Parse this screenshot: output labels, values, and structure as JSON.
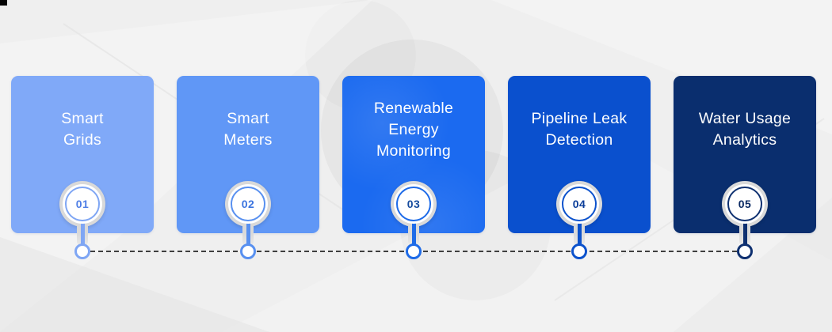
{
  "background": {
    "color": "#EFEFEF",
    "corner_square_color": "#050505"
  },
  "timeline": {
    "dash_color": "#3F3F3F"
  },
  "card_text_color": "#FFFFFF",
  "items": [
    {
      "number": "01",
      "title": "Smart\nGrids",
      "card_color": "#80A9F8",
      "ring_color": "#7FA6F4",
      "number_color": "#4E7EE6"
    },
    {
      "number": "02",
      "title": "Smart\nMeters",
      "card_color": "#6097F6",
      "ring_color": "#5890F0",
      "number_color": "#3B74DF"
    },
    {
      "number": "03",
      "title": "Renewable\nEnergy\nMonitoring",
      "card_color": "#1B6AF0",
      "ring_color": "#1E6BE8",
      "number_color": "#174C9E"
    },
    {
      "number": "04",
      "title": "Pipeline Leak\nDetection",
      "card_color": "#0A50CE",
      "ring_color": "#0C52CC",
      "number_color": "#0A3D99"
    },
    {
      "number": "05",
      "title": "Water Usage\nAnalytics",
      "card_color": "#0A2E6E",
      "ring_color": "#0E3070",
      "number_color": "#0B2A63"
    }
  ]
}
